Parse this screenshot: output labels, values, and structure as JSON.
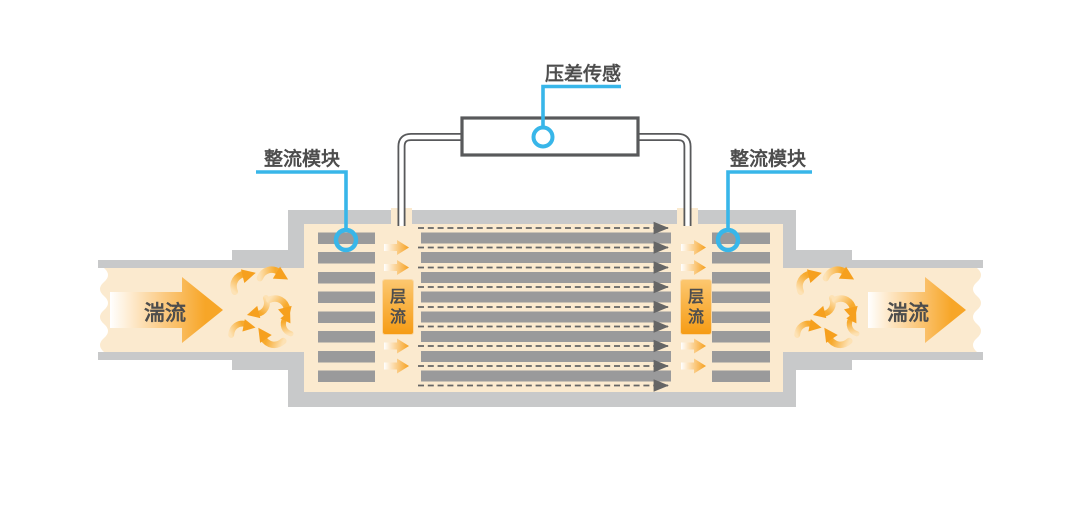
{
  "labels": {
    "sensor": "压差传感",
    "module_left": "整流模块",
    "module_right": "整流模块",
    "turbulent_in": "湍流",
    "turbulent_out": "湍流",
    "laminar_left": "层流",
    "laminar_right": "层流"
  },
  "icons": {
    "callout_circles": "circle-marker-icon",
    "turbulence": "swirl-arrow-icon",
    "flow_direction": "dashed-arrow-icon"
  },
  "colors": {
    "callout_cyan": "#38B6E9",
    "arrow_orange": "#F6A01E",
    "pipe_fill_cream": "#FBEACF",
    "casing_gray": "#C8C9CA",
    "plate_gray": "#9A9A9B",
    "outline_dark": "#58595B",
    "label_text": "#4D4D4D"
  }
}
